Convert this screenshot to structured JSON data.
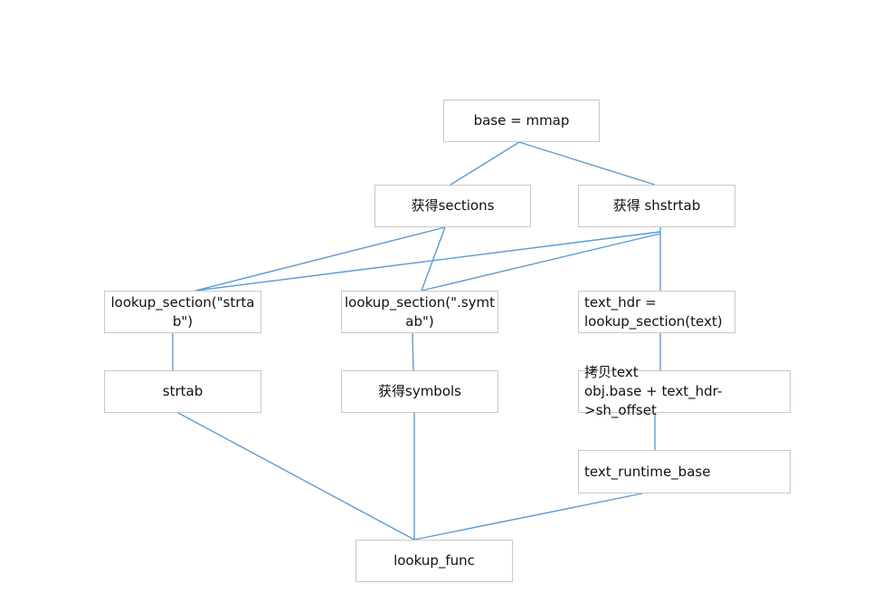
{
  "nodes": {
    "mmap": "base = mmap",
    "sections": "获得sections",
    "shstrtab": "获得 shstrtab",
    "lookup_strtab": "lookup_section(\"strta\nb\")",
    "lookup_symtab": "lookup_section(\".symt\nab\")",
    "text_hdr": "text_hdr =\nlookup_section(text)",
    "strtab": "strtab",
    "symbols": "获得symbols",
    "copy_text": "拷贝text\nobj.base + text_hdr->sh_offset",
    "text_runtime_base": "text_runtime_base",
    "lookup_func": "lookup_func"
  },
  "edges": [
    [
      "mmap",
      "sections"
    ],
    [
      "mmap",
      "shstrtab"
    ],
    [
      "sections",
      "lookup_strtab"
    ],
    [
      "sections",
      "lookup_symtab"
    ],
    [
      "shstrtab",
      "lookup_strtab"
    ],
    [
      "shstrtab",
      "lookup_symtab"
    ],
    [
      "shstrtab",
      "text_hdr"
    ],
    [
      "lookup_strtab",
      "strtab"
    ],
    [
      "lookup_symtab",
      "symbols"
    ],
    [
      "text_hdr",
      "copy_text"
    ],
    [
      "copy_text",
      "text_runtime_base"
    ],
    [
      "strtab",
      "lookup_func"
    ],
    [
      "symbols",
      "lookup_func"
    ],
    [
      "text_runtime_base",
      "lookup_func"
    ]
  ],
  "colors": {
    "edge": "#5b9bd5",
    "node_border": "#c8c8c8"
  }
}
